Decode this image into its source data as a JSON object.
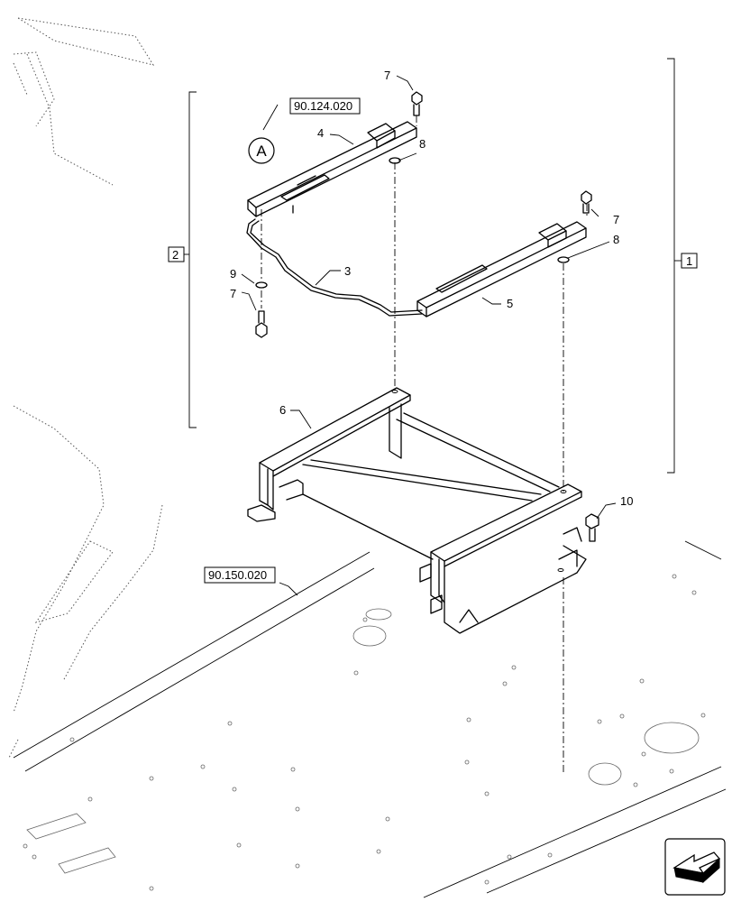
{
  "callouts": {
    "c1": "1",
    "c2": "2",
    "c3": "3",
    "c4": "4",
    "c5": "5",
    "c6": "6",
    "c7a": "7",
    "c7b": "7",
    "c7c": "7",
    "c8a": "8",
    "c8b": "8",
    "c9": "9",
    "c10": "10"
  },
  "references": {
    "ref_top": "90.124.020",
    "ref_bottom": "90.150.020"
  },
  "view_marker": "A"
}
